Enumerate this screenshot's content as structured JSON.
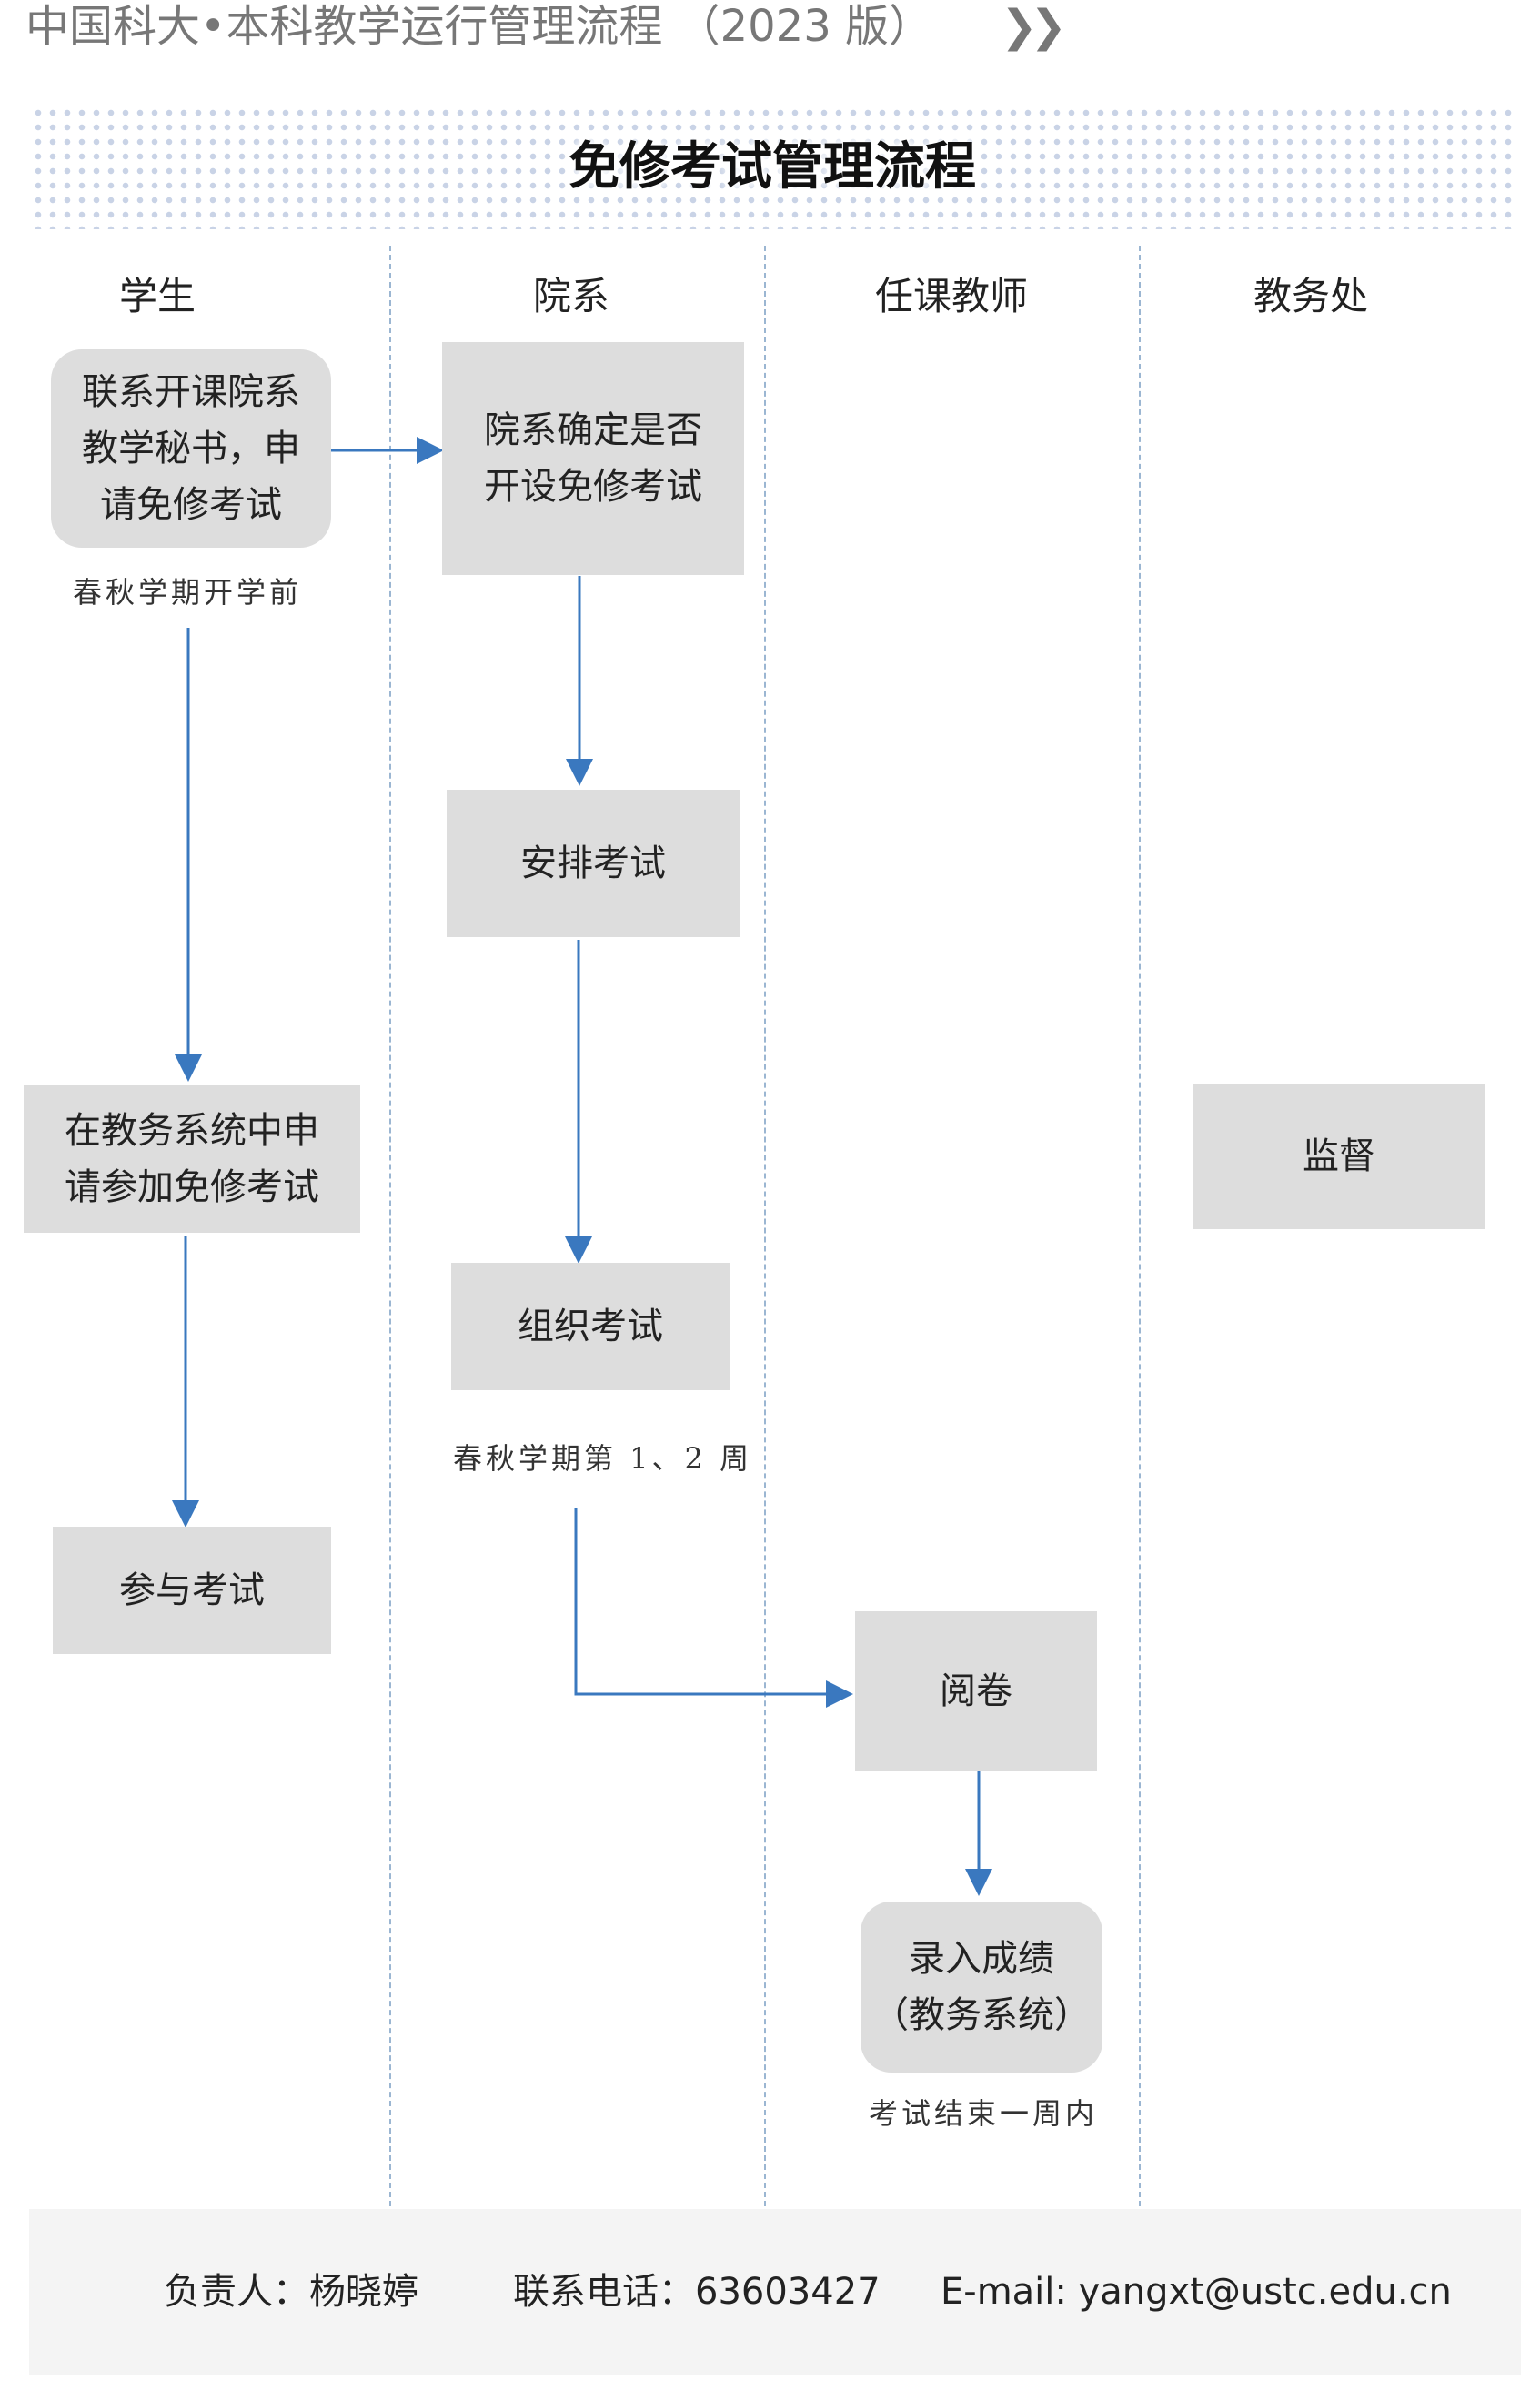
{
  "header": {
    "title": "中国科大•本科教学运行管理流程 （2023 版）",
    "chevron": "》"
  },
  "banner": {
    "title": "免修考试管理流程"
  },
  "lanes": {
    "student": "学生",
    "department": "院系",
    "teacher": "任课教师",
    "academic_office": "教务处"
  },
  "steps": {
    "contact_department": "联系开课院系教学秘书，申请免修考试",
    "department_decide": "院系确定是否开设免修考试",
    "arrange_exam": "安排考试",
    "apply_in_system": "在教务系统中申请参加免修考试",
    "supervise": "监督",
    "organize_exam": "组织考试",
    "take_exam": "参与考试",
    "grade_papers": "阅卷",
    "enter_grades_1": "录入成绩",
    "enter_grades_2": "（教务系统）"
  },
  "notes": {
    "before_semester": "春秋学期开学前",
    "weeks_1_2": "春秋学期第 1、2 周",
    "within_week": "考试结束一周内"
  },
  "footer": {
    "contact_person": "负责人：杨晓婷",
    "phone": "联系电话：63603427",
    "email": "E-mail: yangxt@ustc.edu.cn"
  },
  "colors": {
    "arrow": "#3a78bf",
    "box": "#dddddd",
    "lane_line": "#9bb6d2"
  }
}
